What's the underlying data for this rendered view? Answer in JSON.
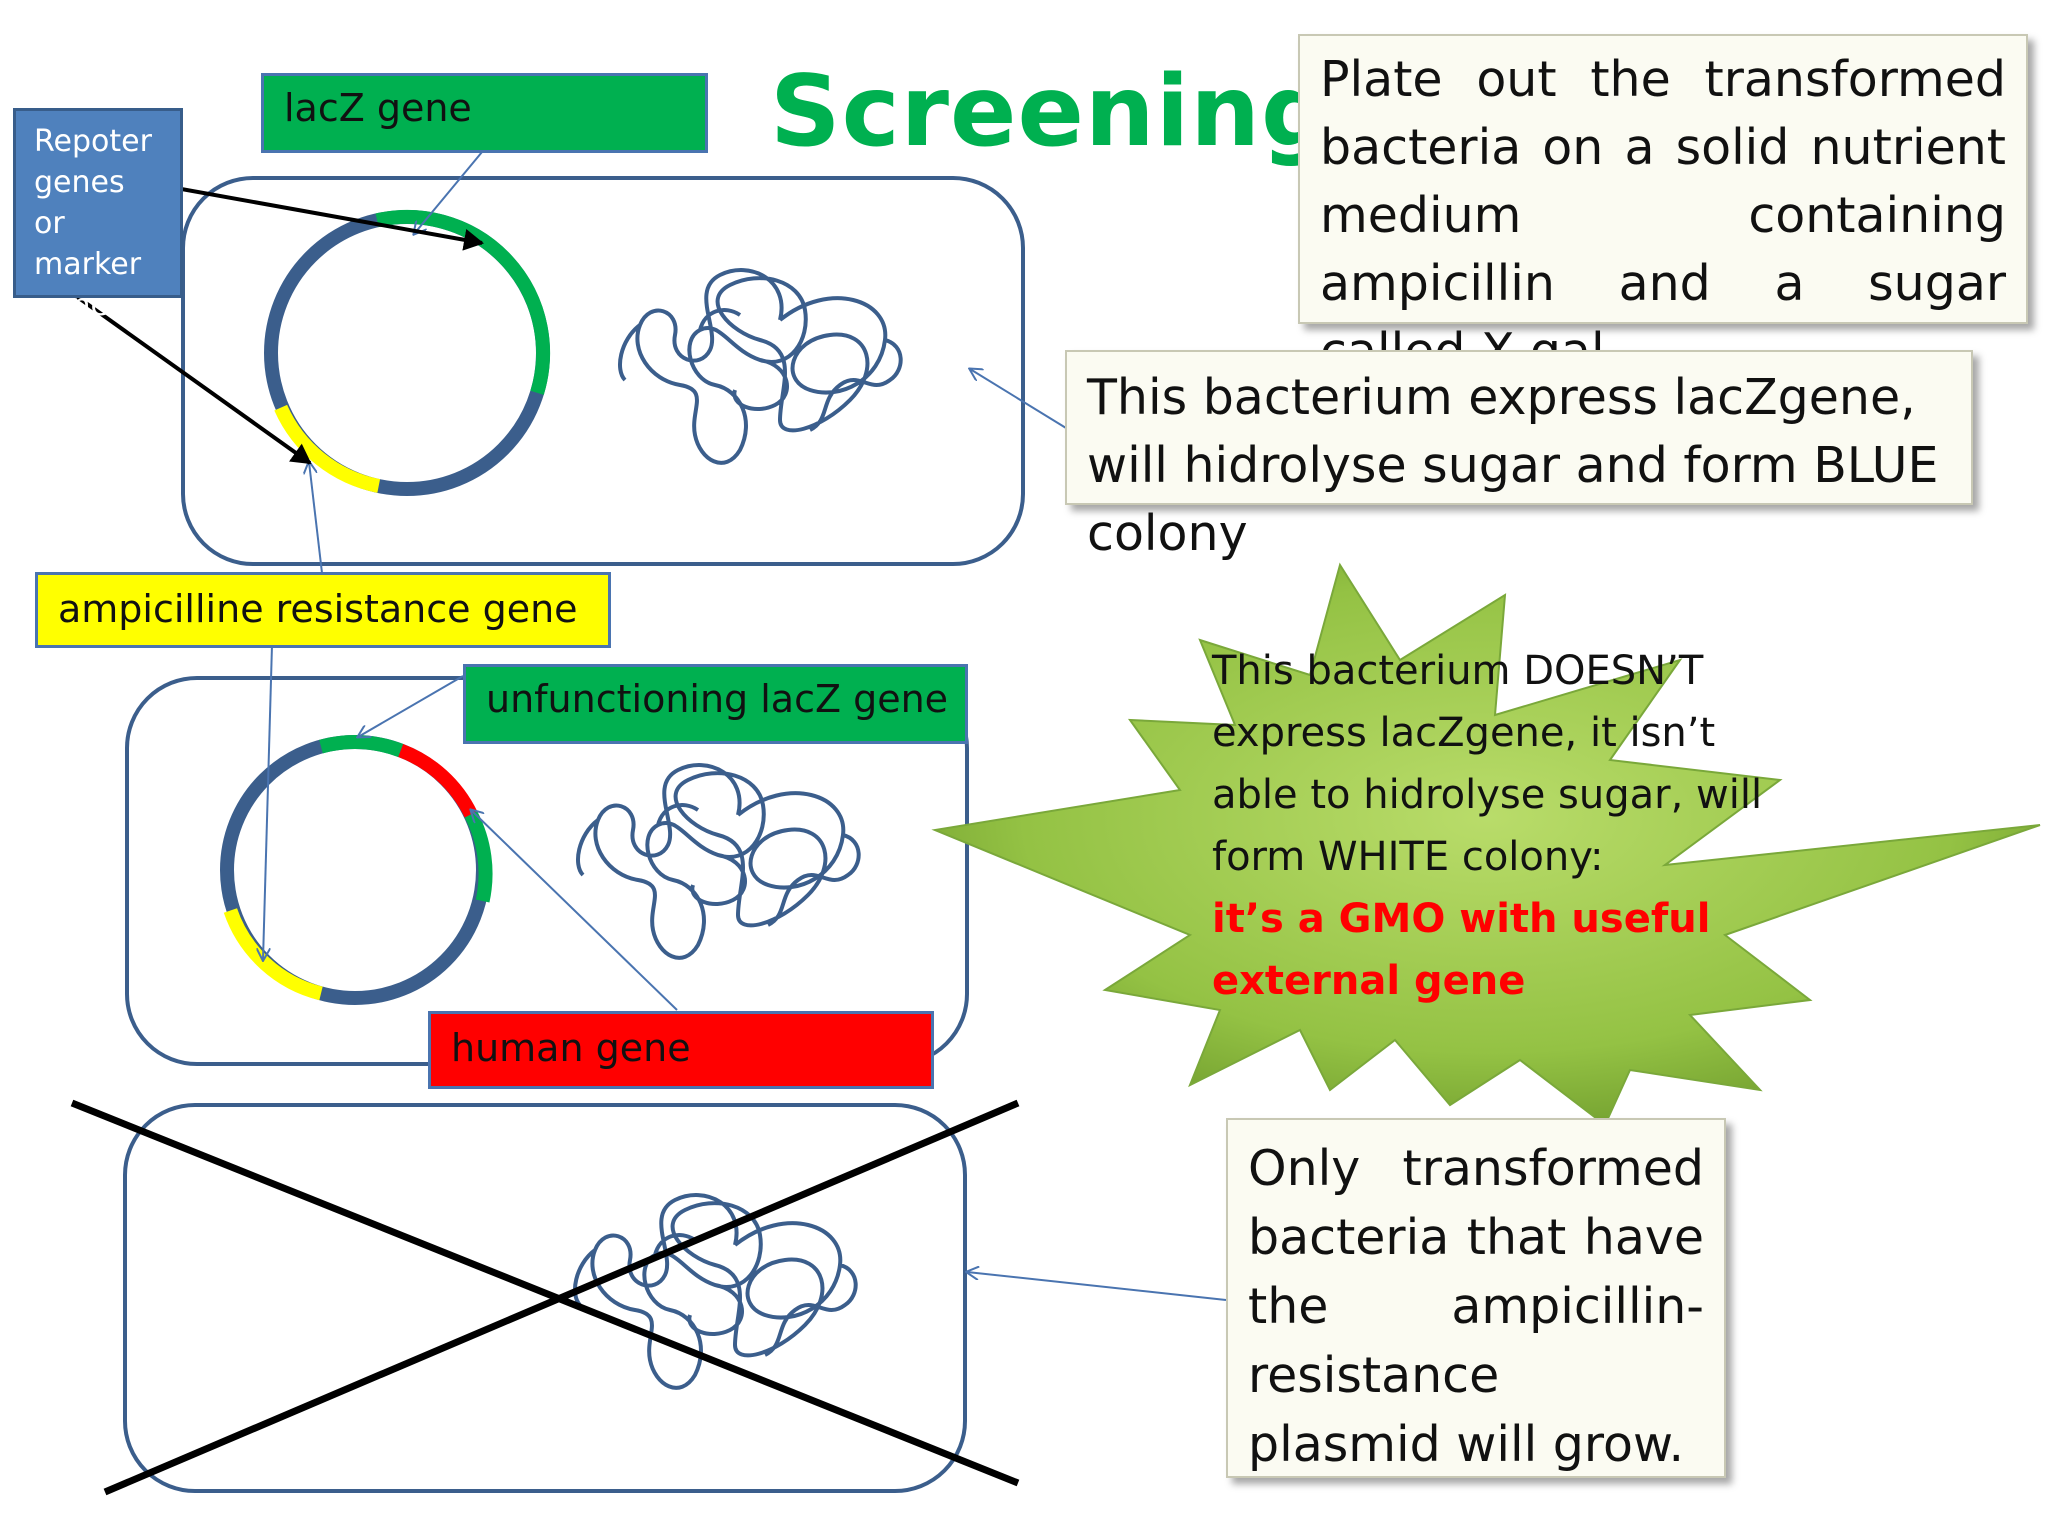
{
  "title": "Screening",
  "labels": {
    "lacz_gene": "lacZ gene",
    "reporter_genes": "Repoter genes or marker genes",
    "ampicillin_gene": "ampicilline resistance gene",
    "unfunctioning_lacz": "unfunctioning lacZ gene",
    "human_gene": "human gene"
  },
  "notes": {
    "plate_out": "Plate out the transformed bacteria on a solid nutrient medium containing ampicillin and a sugar called X-gal.",
    "blue_colony": "This bacterium express lacZgene, will hidrolyse sugar and form BLUE colony",
    "only_transformed": "Only transformed bacteria that have the ampicillin-resistance plasmid will grow."
  },
  "star": {
    "text": "This bacterium DOESN’T express lacZgene, it isn’t able to hidrolyse sugar, will form WHITE colony:",
    "emphasis": "it’s a GMO with useful external gene"
  },
  "colors": {
    "title_green": "#00b050",
    "lacz_green": "#00b050",
    "amp_yellow": "#ffff00",
    "human_red": "#ff0000",
    "plasmid_blue": "#3b5e8c",
    "star_green": "#8fbe3a",
    "emphasis_red": "#ff0000"
  }
}
